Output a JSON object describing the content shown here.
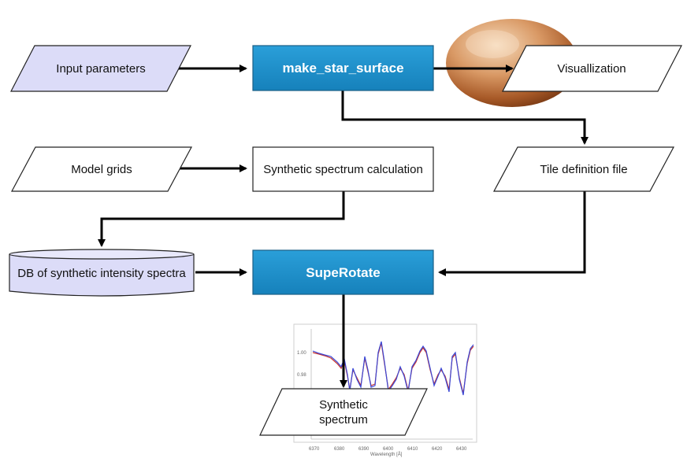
{
  "nodes": {
    "input_parameters": "Input parameters",
    "make_star_surface": "make_star_surface",
    "visualization": "Visuallization",
    "model_grids": "Model grids",
    "synthetic_spectrum_calculation": "Synthetic spectrum calculation",
    "tile_definition_file": "Tile definition file",
    "db_intensity_spectra": "DB of synthetic intensity spectra",
    "superotate": "SupeRotate",
    "synthetic_spectrum_line1": "Synthetic",
    "synthetic_spectrum_line2": "spectrum"
  },
  "colors": {
    "process_fill": "#1b8fc9",
    "process_stroke": "#1a5f86",
    "input_fill": "#dcdcf8",
    "plain_fill": "#ffffff",
    "star_light": "#f3d2ad",
    "star_mid": "#c97d47",
    "star_dark": "#7a3a14",
    "spectrum_blue": "#3b48d6",
    "spectrum_red": "#c8322d"
  },
  "inset_plot": {
    "y_ticks": [
      "1.00",
      "0.98"
    ],
    "x_ticks": [
      "6370",
      "6380",
      "6390",
      "6400",
      "6410",
      "6420",
      "6430"
    ],
    "xlabel": "Wavelength [Å]"
  }
}
